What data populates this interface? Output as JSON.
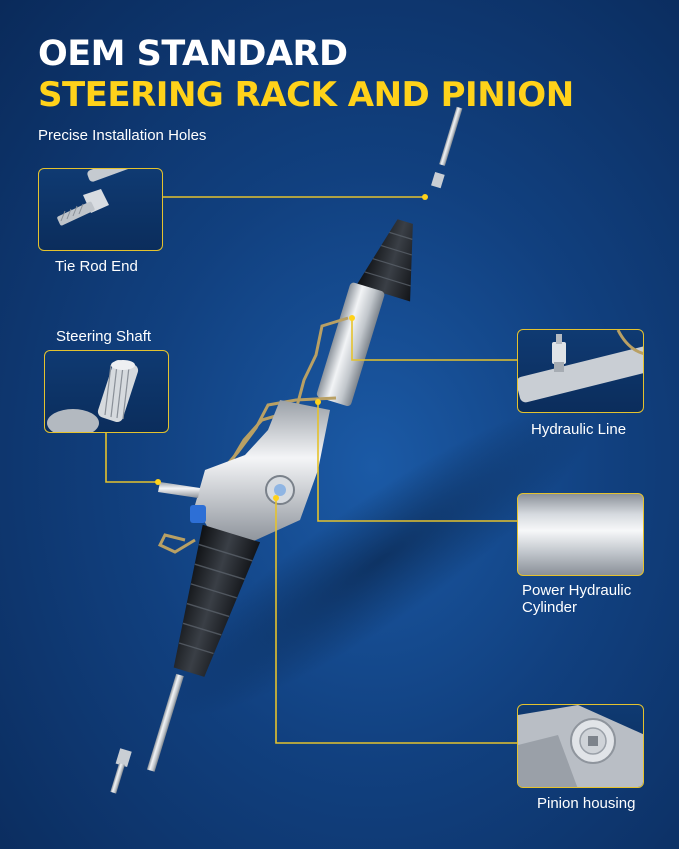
{
  "headline": {
    "line1": "OEM STANDARD",
    "line2": "STEERING RACK AND PINION"
  },
  "subtitle": "Precise Installation Holes",
  "callouts": {
    "tie_rod_end": "Tie Rod End",
    "steering_shaft": "Steering Shaft",
    "hydraulic_line": "Hydraulic Line",
    "power_cylinder_line1": "Power Hydraulic",
    "power_cylinder_line2": "Cylinder",
    "pinion_housing": "Pinion housing"
  },
  "colors": {
    "background": "#11407f",
    "headline_white": "#ffffff",
    "headline_accent": "#ffd21a",
    "callout_line": "#e4c22e"
  }
}
